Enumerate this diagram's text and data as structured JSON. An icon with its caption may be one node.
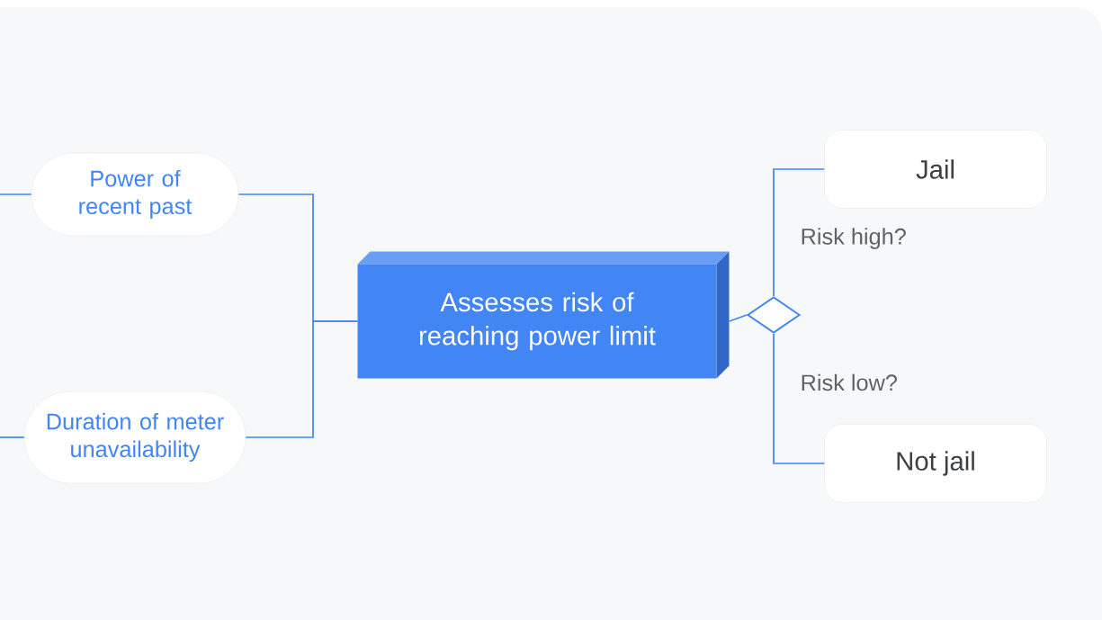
{
  "diagram": {
    "nodes": [
      {
        "text": [
          "Power of recent past"
        ]
      },
      {
        "text": [
          "Duration of meter unavailability"
        ]
      },
      {
        "text": [
          "Assesses risk of reaching power limit"
        ]
      },
      {
        "text": [],
        "shape": "diamond"
      },
      {
        "text": [
          "Jail"
        ]
      },
      {
        "text": [
          "Not jail"
        ]
      }
    ],
    "edges": [
      {
        "from": null,
        "to": 0,
        "arrow": "none"
      },
      {
        "from": null,
        "to": 1,
        "arrow": "none"
      },
      {
        "from": 0,
        "to": 2,
        "arrow": "none"
      },
      {
        "from": 1,
        "to": 2,
        "arrow": "none"
      },
      {
        "from": 2,
        "to": 3,
        "arrow": "none"
      },
      {
        "from": 3,
        "to": 4,
        "arrow": "none",
        "label": "Risk high?"
      },
      {
        "from": 3,
        "to": 5,
        "arrow": "none",
        "label": "Risk low?"
      }
    ]
  }
}
